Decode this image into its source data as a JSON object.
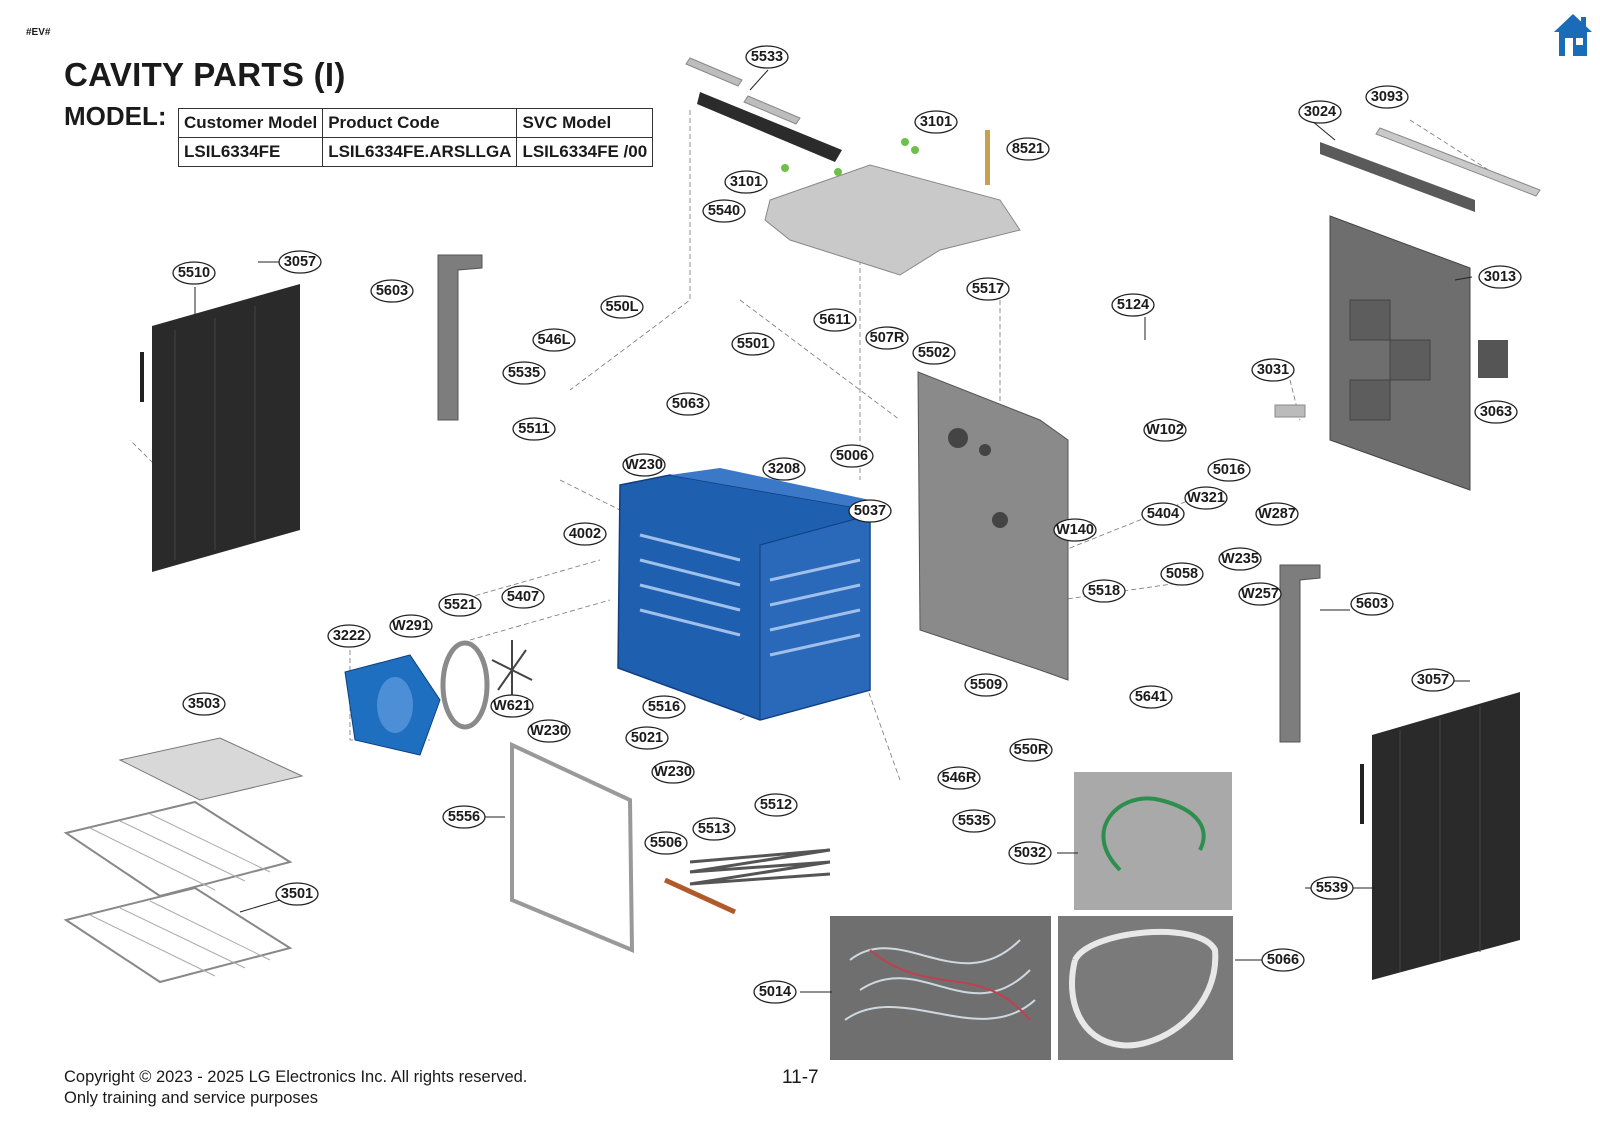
{
  "doc_tag": "#EV#",
  "title": "CAVITY PARTS (I)",
  "model_label": "MODEL:",
  "model_table": {
    "headers": [
      "Customer Model",
      "Product Code",
      "SVC Model"
    ],
    "row": [
      "LSIL6334FE",
      "LSIL6334FE.ARSLLGA",
      "LSIL6334FE  /00"
    ]
  },
  "home_icon": "home-icon",
  "callouts": [
    "5533",
    "3101",
    "3101",
    "8521",
    "5540",
    "3093",
    "3024",
    "3013",
    "3063",
    "3031",
    "5510",
    "3057",
    "5603",
    "550L",
    "546L",
    "5535",
    "5501",
    "5611",
    "507R",
    "5502",
    "5517",
    "5124",
    "5511",
    "5063",
    "W230",
    "3208",
    "5006",
    "5037",
    "W102",
    "5016",
    "W321",
    "W287",
    "5404",
    "W140",
    "W235",
    "5058",
    "5518",
    "4002",
    "W257",
    "5603",
    "5521",
    "5407",
    "W291",
    "3222",
    "W621",
    "5516",
    "5021",
    "W230",
    "W230",
    "5509",
    "5641",
    "3057",
    "3503",
    "550R",
    "546R",
    "5535",
    "5512",
    "5556",
    "5513",
    "5506",
    "5032",
    "5539",
    "3501",
    "5014",
    "5066"
  ],
  "footer": {
    "copyright": "Copyright © 2023 - 2025 LG Electronics Inc. All rights reserved.",
    "notice": "Only training and service purposes",
    "page_number": "11-7"
  },
  "colors": {
    "cavity_blue": "#1f5fb0",
    "home_blue": "#1a6bb8",
    "panel_dark": "#2a2a2a",
    "part_gray": "#9a9a9a"
  }
}
